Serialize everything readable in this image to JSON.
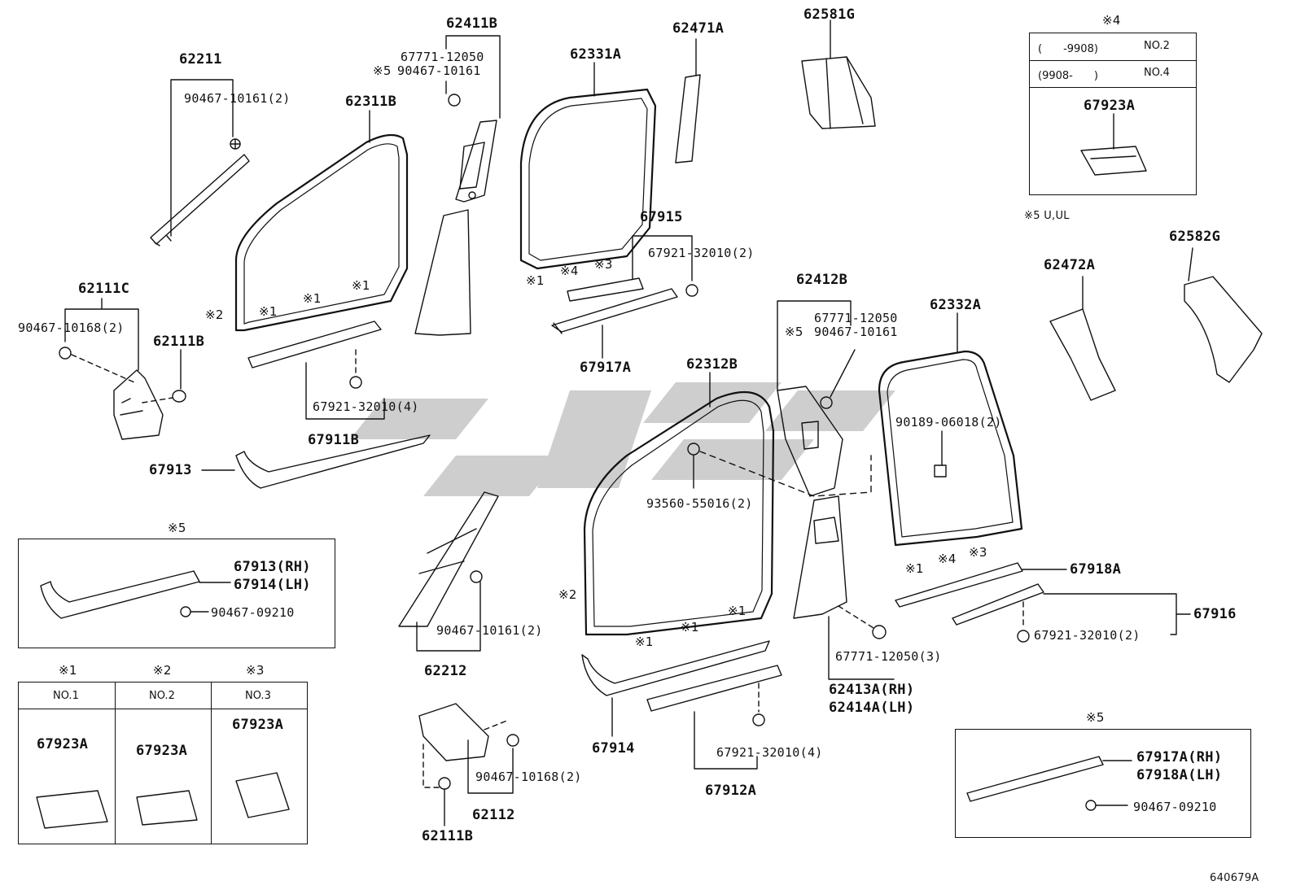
{
  "diagram": {
    "labels": {
      "p62211": "62211",
      "p90467_10161_a": "90467-10161(2)",
      "p62311B": "62311B",
      "p62411B": "62411B",
      "p67771_12050_a": "67771-12050",
      "p90467_10161_b": "90467-10161",
      "note5_a": "※5",
      "p62331A": "62331A",
      "p62471A": "62471A",
      "p62581G": "62581G",
      "p62111C": "62111C",
      "p90467_10168_a": "90467-10168(2)",
      "p62111B_a": "62111B",
      "p67921_32010_4a": "67921-32010(4)",
      "p67911B": "67911B",
      "p67913": "67913",
      "p67915": "67915",
      "p67921_32010_2a": "67921-32010(2)",
      "p67917A": "67917A",
      "p62312B": "62312B",
      "p93560_55016": "93560-55016(2)",
      "p62412B": "62412B",
      "p67771_12050_b": "67771-12050",
      "p90467_10161_c": "90467-10161",
      "note5_b": "※5",
      "p62332A": "62332A",
      "p90189_06018": "90189-06018(2)",
      "p62472A": "62472A",
      "p62582G": "62582G",
      "p67918A": "67918A",
      "p67916": "67916",
      "p67921_32010_2b": "67921-32010(2)",
      "p62212": "62212",
      "p90467_10161_d": "90467-10161(2)",
      "p67914": "67914",
      "p67771_12050_3": "67771-12050(3)",
      "p62413A": "62413A(RH)",
      "p62414A": "62414A(LH)",
      "p67921_32010_4b": "67921-32010(4)",
      "p67912A": "67912A",
      "p62112": "62112",
      "p90467_10168_b": "90467-10168(2)",
      "p62111B_b": "62111B",
      "su5": "※5 U,UL",
      "image_code": "640679A"
    },
    "markers": {
      "m1": "※1",
      "m2": "※2",
      "m3": "※3",
      "m4": "※4"
    },
    "box_note4": {
      "title": "※4",
      "row1_range": "(　　-9908)",
      "row1_no": "NO.2",
      "row2_range": "(9908-　　)",
      "row2_no": "NO.4",
      "part": "67923A"
    },
    "box_note5_left": {
      "title": "※5",
      "rh": "67913(RH)",
      "lh": "67914(LH)",
      "clip": "90467-09210"
    },
    "box_clips": {
      "h1": "※1",
      "h2": "※2",
      "h3": "※3",
      "c1": "NO.1",
      "c2": "NO.2",
      "c3": "NO.3",
      "part1": "67923A",
      "part2": "67923A",
      "part3": "67923A"
    },
    "box_note5_right": {
      "title": "※5",
      "rh": "67917A(RH)",
      "lh": "67918A(LH)",
      "clip": "90467-09210"
    }
  }
}
